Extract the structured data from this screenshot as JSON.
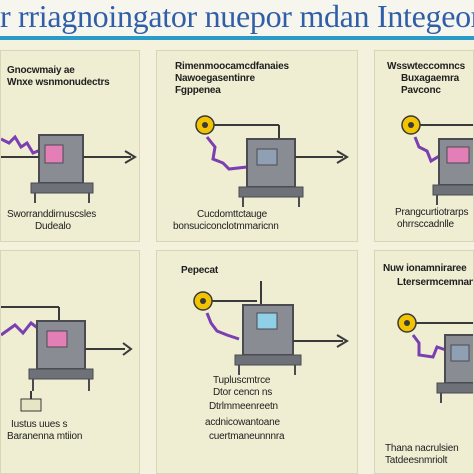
{
  "header": {
    "title": "r rriagnoingator nuepor mdan Integeora"
  },
  "colors": {
    "banner_bg": "#f7f6ee",
    "banner_rule": "#2a9ac8",
    "panel_bg": "#efedd2",
    "machine": "#8a8c94",
    "machine_dark": "#4a4c52",
    "screen": "#e37fb6",
    "screen_alt": "#8fd0e6",
    "cable": "#7a3fb0",
    "sensor_ring": "#f2c400",
    "arrow": "#3a3a3a"
  },
  "panels": [
    {
      "id": "p1",
      "top_caption": [
        "Gnocwmaiy ae",
        "Wnxe wsnmonudectrs"
      ],
      "bottom_caption": [
        "Sworranddirnuscsles",
        "Dudealo"
      ]
    },
    {
      "id": "p2",
      "top_caption": [
        "Rimenmoocamcdfanaies",
        "Nawoegasentinre",
        "Fgppenea"
      ],
      "bottom_caption": [
        "Cucdomttctauge",
        "bonsuciconclotmmaricnn"
      ]
    },
    {
      "id": "p3",
      "top_caption": [
        "Wsswteccomncs",
        "Buxagaemra",
        "Pavconc"
      ],
      "bottom_caption": [
        "Prangcurtiotrarps",
        "ohrrsccadnlle"
      ]
    },
    {
      "id": "p4",
      "top_caption": [],
      "bottom_caption": [
        "Iustus uues s",
        "Baranenna mtiion"
      ]
    },
    {
      "id": "p5",
      "top_caption": [
        "Pepecat"
      ],
      "bottom_caption": [
        "Tupluscmtrce",
        "Dtor cencn ns",
        "Dtrlmmeenreetn",
        "acdnicowantoane",
        "cuertmaneunnnra"
      ]
    },
    {
      "id": "p6",
      "top_caption": [
        "Nuw ionamniraree",
        "Ltersermcemnane"
      ],
      "bottom_caption": [
        "Thana nacrulsien",
        "Tatdeesnmriolt"
      ]
    }
  ]
}
